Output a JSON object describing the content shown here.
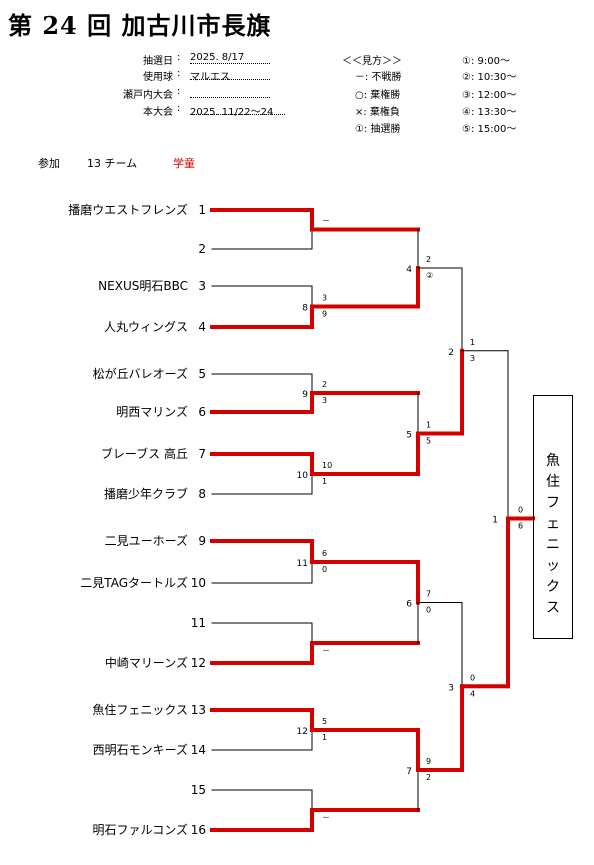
{
  "title": "第 24 回 加古川市長旗",
  "info": [
    {
      "label": "抽選日",
      "value": "2025. 8/17"
    },
    {
      "label": "使用球",
      "value": "マルエス"
    },
    {
      "label": "瀬戸内大会",
      "value": ""
    },
    {
      "label": "本大会",
      "value": "2025. 11/22～24"
    }
  ],
  "legend_title": "＜＜見方＞＞",
  "legend": [
    "－: 不戦勝",
    "○: 棄権勝",
    "×: 棄権負",
    "①: 抽選勝"
  ],
  "times": [
    "①:  9:00～",
    "②:  10:30～",
    "③:  12:00～",
    "④:  13:30～",
    "⑤:  15:00～"
  ],
  "participation": {
    "label": "参加",
    "count": "13 チーム",
    "category": "学童"
  },
  "teams": [
    {
      "num": "1",
      "name": "播磨ウエストフレンズ"
    },
    {
      "num": "2",
      "name": ""
    },
    {
      "num": "3",
      "name": "NEXUS明石BBC"
    },
    {
      "num": "4",
      "name": "人丸ウィングス"
    },
    {
      "num": "5",
      "name": "松が丘バレオーズ"
    },
    {
      "num": "6",
      "name": "明西マリンズ"
    },
    {
      "num": "7",
      "name": "ブレーブス 高丘"
    },
    {
      "num": "8",
      "name": "播磨少年クラブ"
    },
    {
      "num": "9",
      "name": "二見ユーホーズ"
    },
    {
      "num": "10",
      "name": "二見TAGタートルズ"
    },
    {
      "num": "11",
      "name": ""
    },
    {
      "num": "12",
      "name": "中崎マリーンズ"
    },
    {
      "num": "13",
      "name": "魚住フェニックス"
    },
    {
      "num": "14",
      "name": "西明石モンキーズ"
    },
    {
      "num": "15",
      "name": ""
    },
    {
      "num": "16",
      "name": "明石ファルコンズ"
    }
  ],
  "r1": [
    {
      "game": "",
      "top": "－",
      "bottom": "",
      "winner": "top"
    },
    {
      "game": "8",
      "top": "3",
      "bottom": "9",
      "winner": "bottom"
    },
    {
      "game": "9",
      "top": "2",
      "bottom": "3",
      "winner": "bottom"
    },
    {
      "game": "10",
      "top": "10",
      "bottom": "1",
      "winner": "top"
    },
    {
      "game": "11",
      "top": "6",
      "bottom": "0",
      "winner": "top"
    },
    {
      "game": "",
      "top": "",
      "bottom": "－",
      "winner": "bottom"
    },
    {
      "game": "12",
      "top": "5",
      "bottom": "1",
      "winner": "top"
    },
    {
      "game": "",
      "top": "",
      "bottom": "－",
      "winner": "bottom"
    }
  ],
  "r2": [
    {
      "game": "4",
      "top": "2",
      "bottom": "②",
      "winner": "bottom"
    },
    {
      "game": "5",
      "top": "1",
      "bottom": "5",
      "winner": "bottom"
    },
    {
      "game": "6",
      "top": "7",
      "bottom": "0",
      "winner": "top"
    },
    {
      "game": "7",
      "top": "9",
      "bottom": "2",
      "winner": "top"
    }
  ],
  "r3": [
    {
      "game": "2",
      "top": "1",
      "bottom": "3",
      "winner": "bottom"
    },
    {
      "game": "3",
      "top": "0",
      "bottom": "4",
      "winner": "bottom"
    }
  ],
  "final": {
    "game": "1",
    "top": "0",
    "bottom": "6",
    "winner": "bottom"
  },
  "champion": "魚住フェニックス",
  "colors": {
    "win_line": "#d40000",
    "line": "#000000"
  }
}
